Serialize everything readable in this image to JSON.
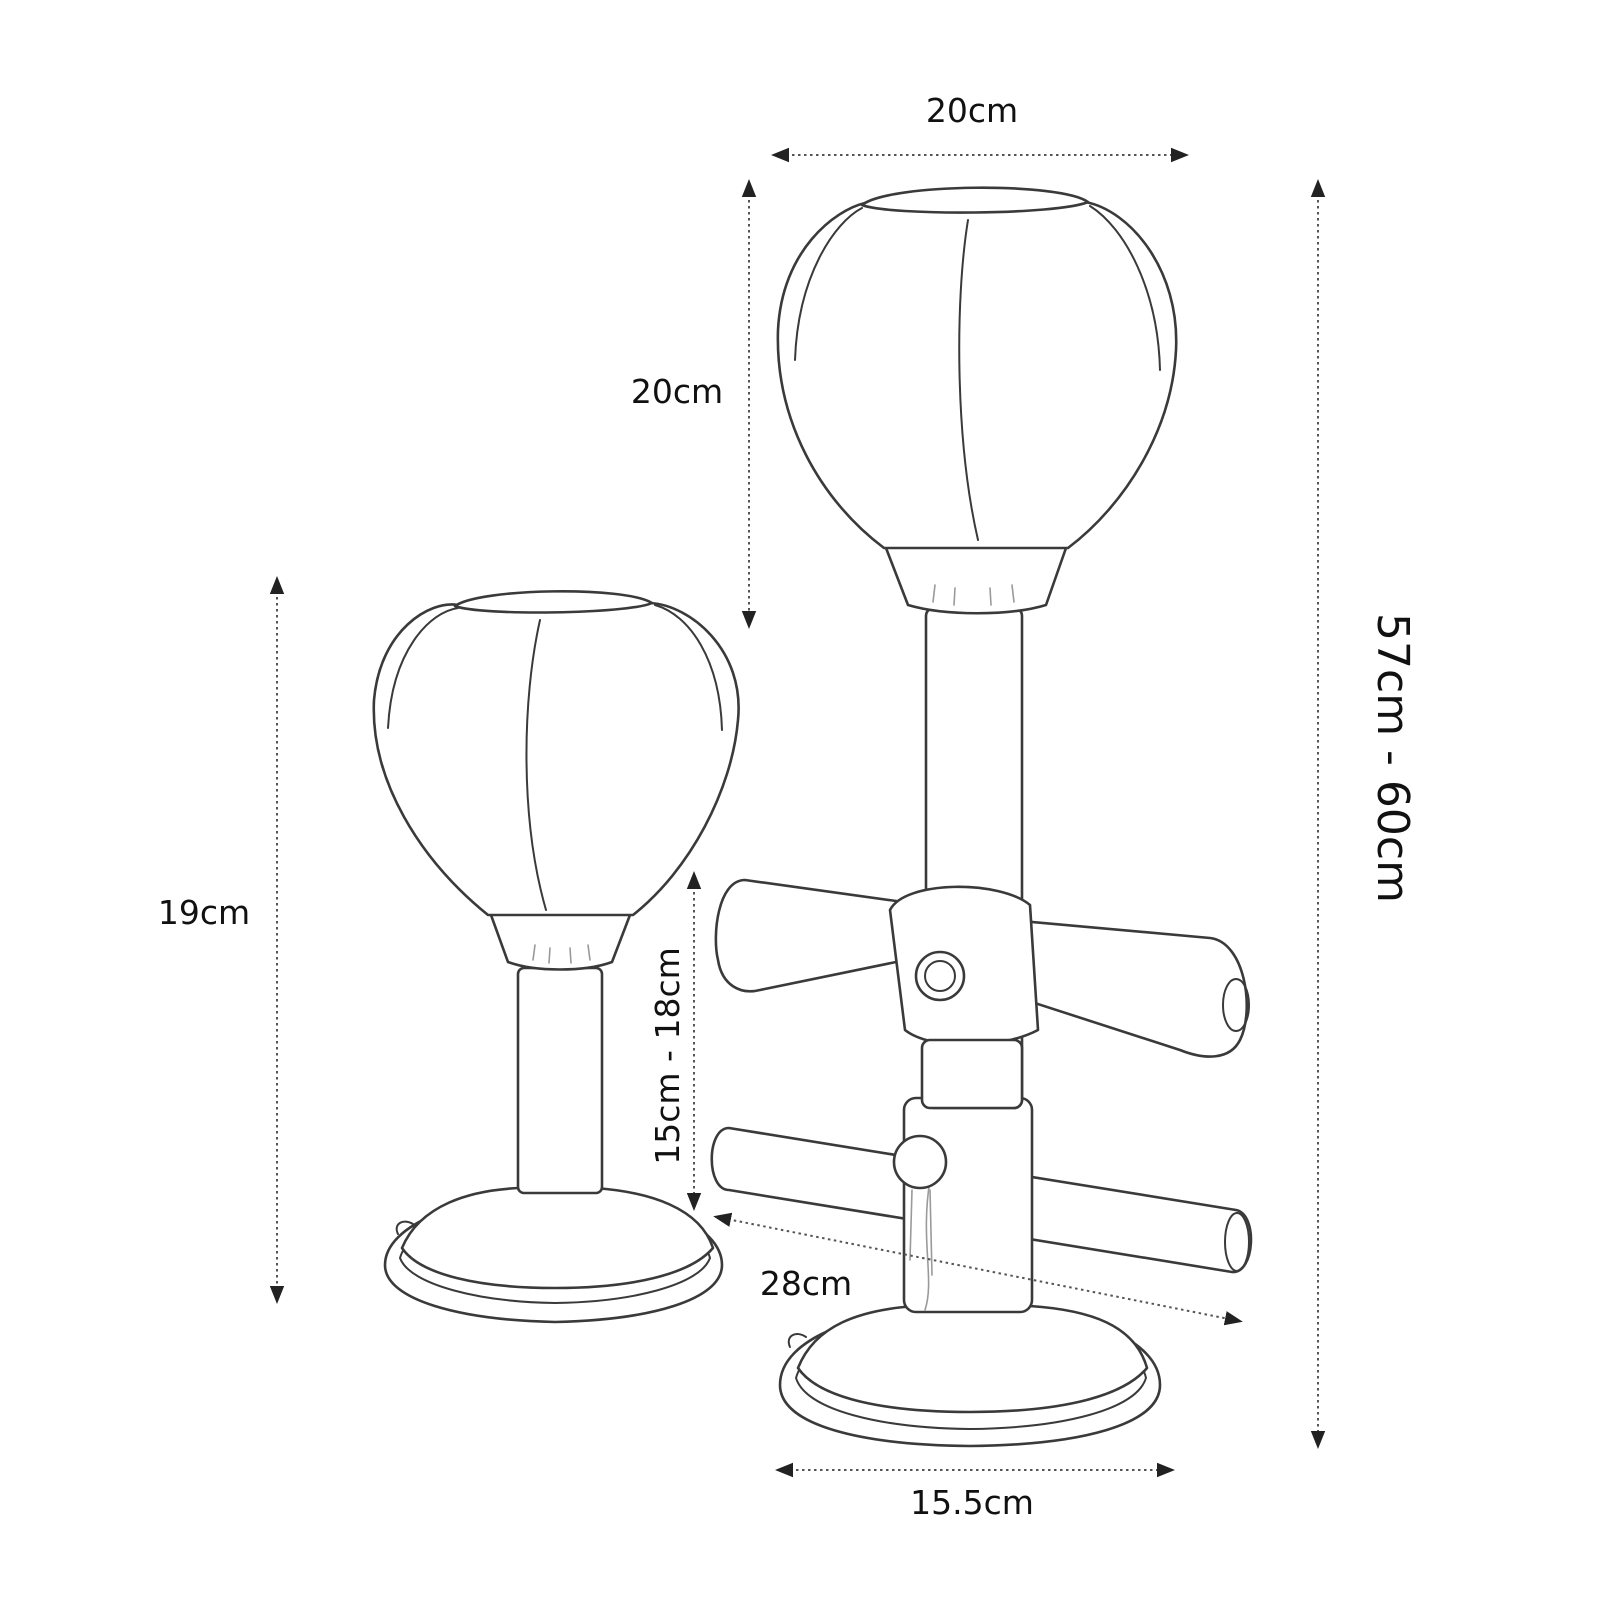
{
  "dimensions": {
    "top_width": "20cm",
    "head_height": "20cm",
    "total_height": "57cm - 60cm",
    "small_height": "19cm",
    "adjustable_height": "15cm - 18cm",
    "handle_length": "28cm",
    "base_diameter": "15.5cm"
  },
  "colors": {
    "line": "#3a3a3a",
    "text": "#111111",
    "background": "#ffffff"
  }
}
